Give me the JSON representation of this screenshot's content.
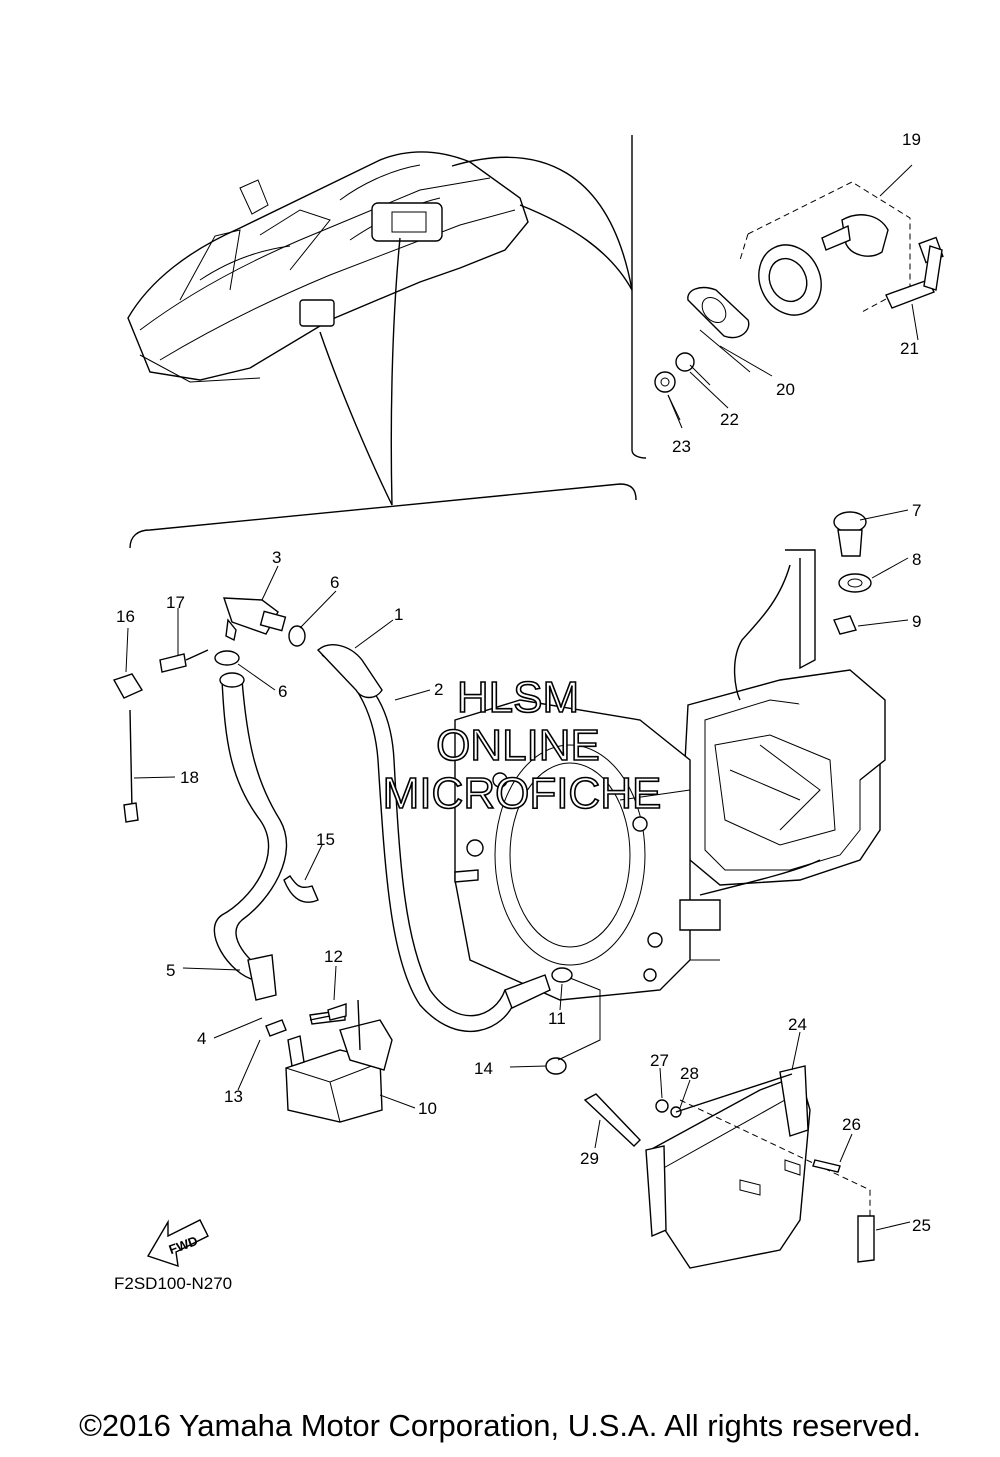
{
  "callouts": [
    {
      "num": "1"
    },
    {
      "num": "2"
    },
    {
      "num": "3"
    },
    {
      "num": "4"
    },
    {
      "num": "5"
    },
    {
      "num": "6"
    },
    {
      "num": "6"
    },
    {
      "num": "7"
    },
    {
      "num": "8"
    },
    {
      "num": "9"
    },
    {
      "num": "10"
    },
    {
      "num": "11"
    },
    {
      "num": "12"
    },
    {
      "num": "13"
    },
    {
      "num": "14"
    },
    {
      "num": "15"
    },
    {
      "num": "16"
    },
    {
      "num": "17"
    },
    {
      "num": "18"
    },
    {
      "num": "19"
    },
    {
      "num": "20"
    },
    {
      "num": "21"
    },
    {
      "num": "22"
    },
    {
      "num": "23"
    },
    {
      "num": "24"
    },
    {
      "num": "25"
    },
    {
      "num": "26"
    },
    {
      "num": "27"
    },
    {
      "num": "28"
    },
    {
      "num": "29"
    }
  ],
  "watermark": {
    "line1": "HLSM",
    "line2": "ONLINE",
    "line3": "MICROFICHE"
  },
  "fwd_label": "FWD",
  "diagram_ref": "F2SD100-N270",
  "copyright": "©2016 Yamaha Motor Corporation, U.S.A. All rights reserved."
}
